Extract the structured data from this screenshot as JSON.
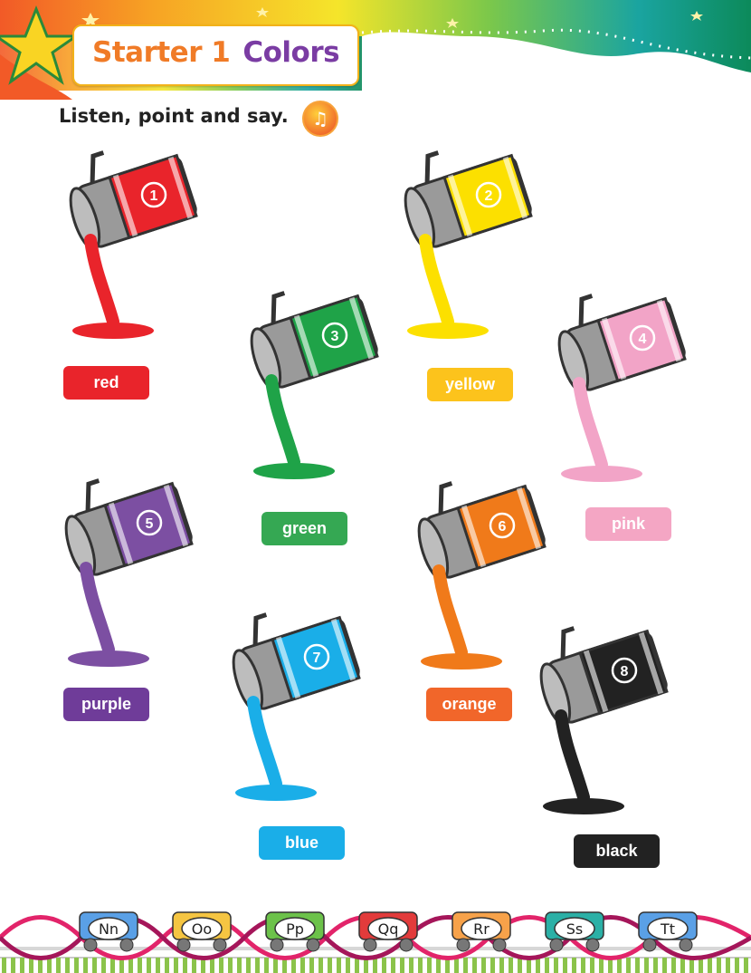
{
  "header": {
    "starter": "Starter 1",
    "title": "Colors"
  },
  "instruction": "Listen, point and say.",
  "music_icon": "music-note-icon",
  "colors": [
    {
      "number": "1",
      "label": "red",
      "hex": "#e9242b"
    },
    {
      "number": "2",
      "label": "yellow",
      "hex": "#fce000"
    },
    {
      "number": "3",
      "label": "green",
      "hex": "#1fa348"
    },
    {
      "number": "4",
      "label": "pink",
      "hex": "#f2a4c7"
    },
    {
      "number": "5",
      "label": "purple",
      "hex": "#7c4fa2"
    },
    {
      "number": "6",
      "label": "orange",
      "hex": "#f07a1a"
    },
    {
      "number": "7",
      "label": "blue",
      "hex": "#1aaee8"
    },
    {
      "number": "8",
      "label": "black",
      "hex": "#222222"
    }
  ],
  "footer": {
    "letters": [
      "Nn",
      "Oo",
      "Pp",
      "Qq",
      "Rr",
      "Ss",
      "Tt"
    ]
  }
}
